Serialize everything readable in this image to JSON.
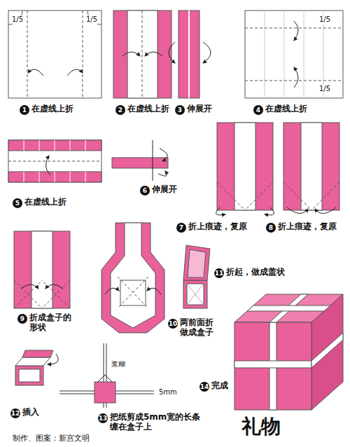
{
  "diagram": {
    "title": "礼物",
    "caption": "制作、图案：新宫文明",
    "labels": [
      "1/5",
      "1/5",
      "1/5",
      "1/5",
      "1",
      "在虚线上折",
      "2",
      "在虚线上折",
      "3",
      "伸展开",
      "4",
      "在虚线上折",
      "5",
      "在虚线上折",
      "6",
      "伸展开",
      "7",
      "折上痕迹，复原",
      "8",
      "折上痕迹，复原",
      "9",
      "折成盒子的 形状",
      "10",
      "两前面折 做成盒子",
      "11",
      "折起，做成盖状",
      "12",
      "插入",
      "浆糊",
      "5mm",
      "13",
      "把纸剪成5mm宽的长条 缠在盒子上",
      "14",
      "完成"
    ]
  }
}
